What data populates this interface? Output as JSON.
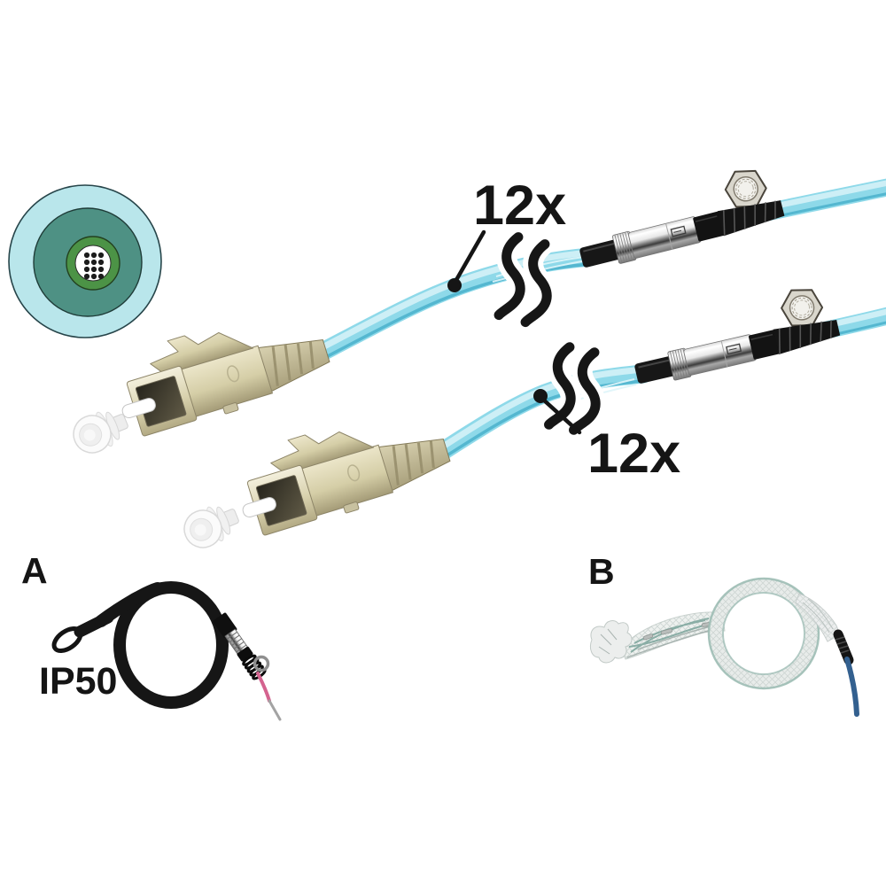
{
  "scene": {
    "background": "#ffffff"
  },
  "labels": {
    "count_top": "12x",
    "count_bottom": "12x",
    "variant_a": "A",
    "variant_b": "B",
    "ip_rating": "IP50"
  },
  "cross_section": {
    "fiber_count": 12,
    "fiber_rows": 4,
    "fiber_cols": 3,
    "colors": {
      "jacket": "#b9e6eb",
      "buffer": "#4e9184",
      "core_ring": "#4c9346",
      "center": "#ffffff",
      "fiber_dot": "#1c1c1c"
    }
  },
  "colors": {
    "cable": "#8ed9e9",
    "cable_highlight": "#cdeff6",
    "cable_shadow": "#54b7d0",
    "connector_body": "#d9d2ae",
    "connector_boot": "#b3aa84",
    "black_parts": "#151515",
    "chrome": "#e8e8e8",
    "eyelet_metal": "#d9d6cc",
    "text": "#151515",
    "wire_pink": "#d4638f",
    "wire_blue": "#33608f",
    "mesh": "#eef1ef",
    "mesh_cable": "#9abbb2"
  },
  "icons": {
    "break_mark": "double-wave",
    "callout_marker": "dot-with-leader-line"
  }
}
